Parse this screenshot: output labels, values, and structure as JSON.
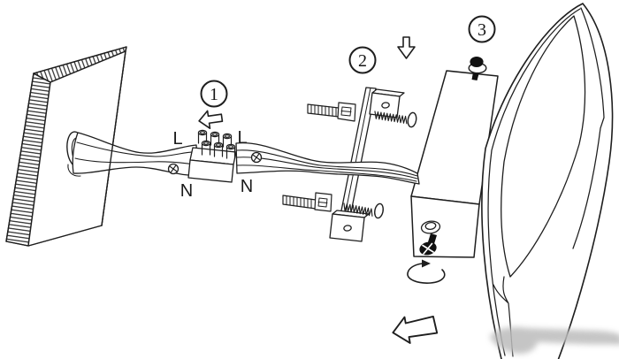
{
  "diagram": {
    "background_color": "#ffffff",
    "line_color": "#1e1e1e",
    "watermark_color": "#bcbcbc",
    "steps": {
      "step1": "1",
      "step2": "2",
      "step3": "3"
    },
    "labels": {
      "supply_live": "L",
      "supply_neutral": "N",
      "fixture_live": "L",
      "fixture_neutral": "N"
    },
    "icons": {
      "step1": "left-arrow-icon",
      "step2": "down-arrow-icon",
      "rotation": "rotate-arrow-icon",
      "mount_direction": "big-left-arrow-icon"
    }
  }
}
